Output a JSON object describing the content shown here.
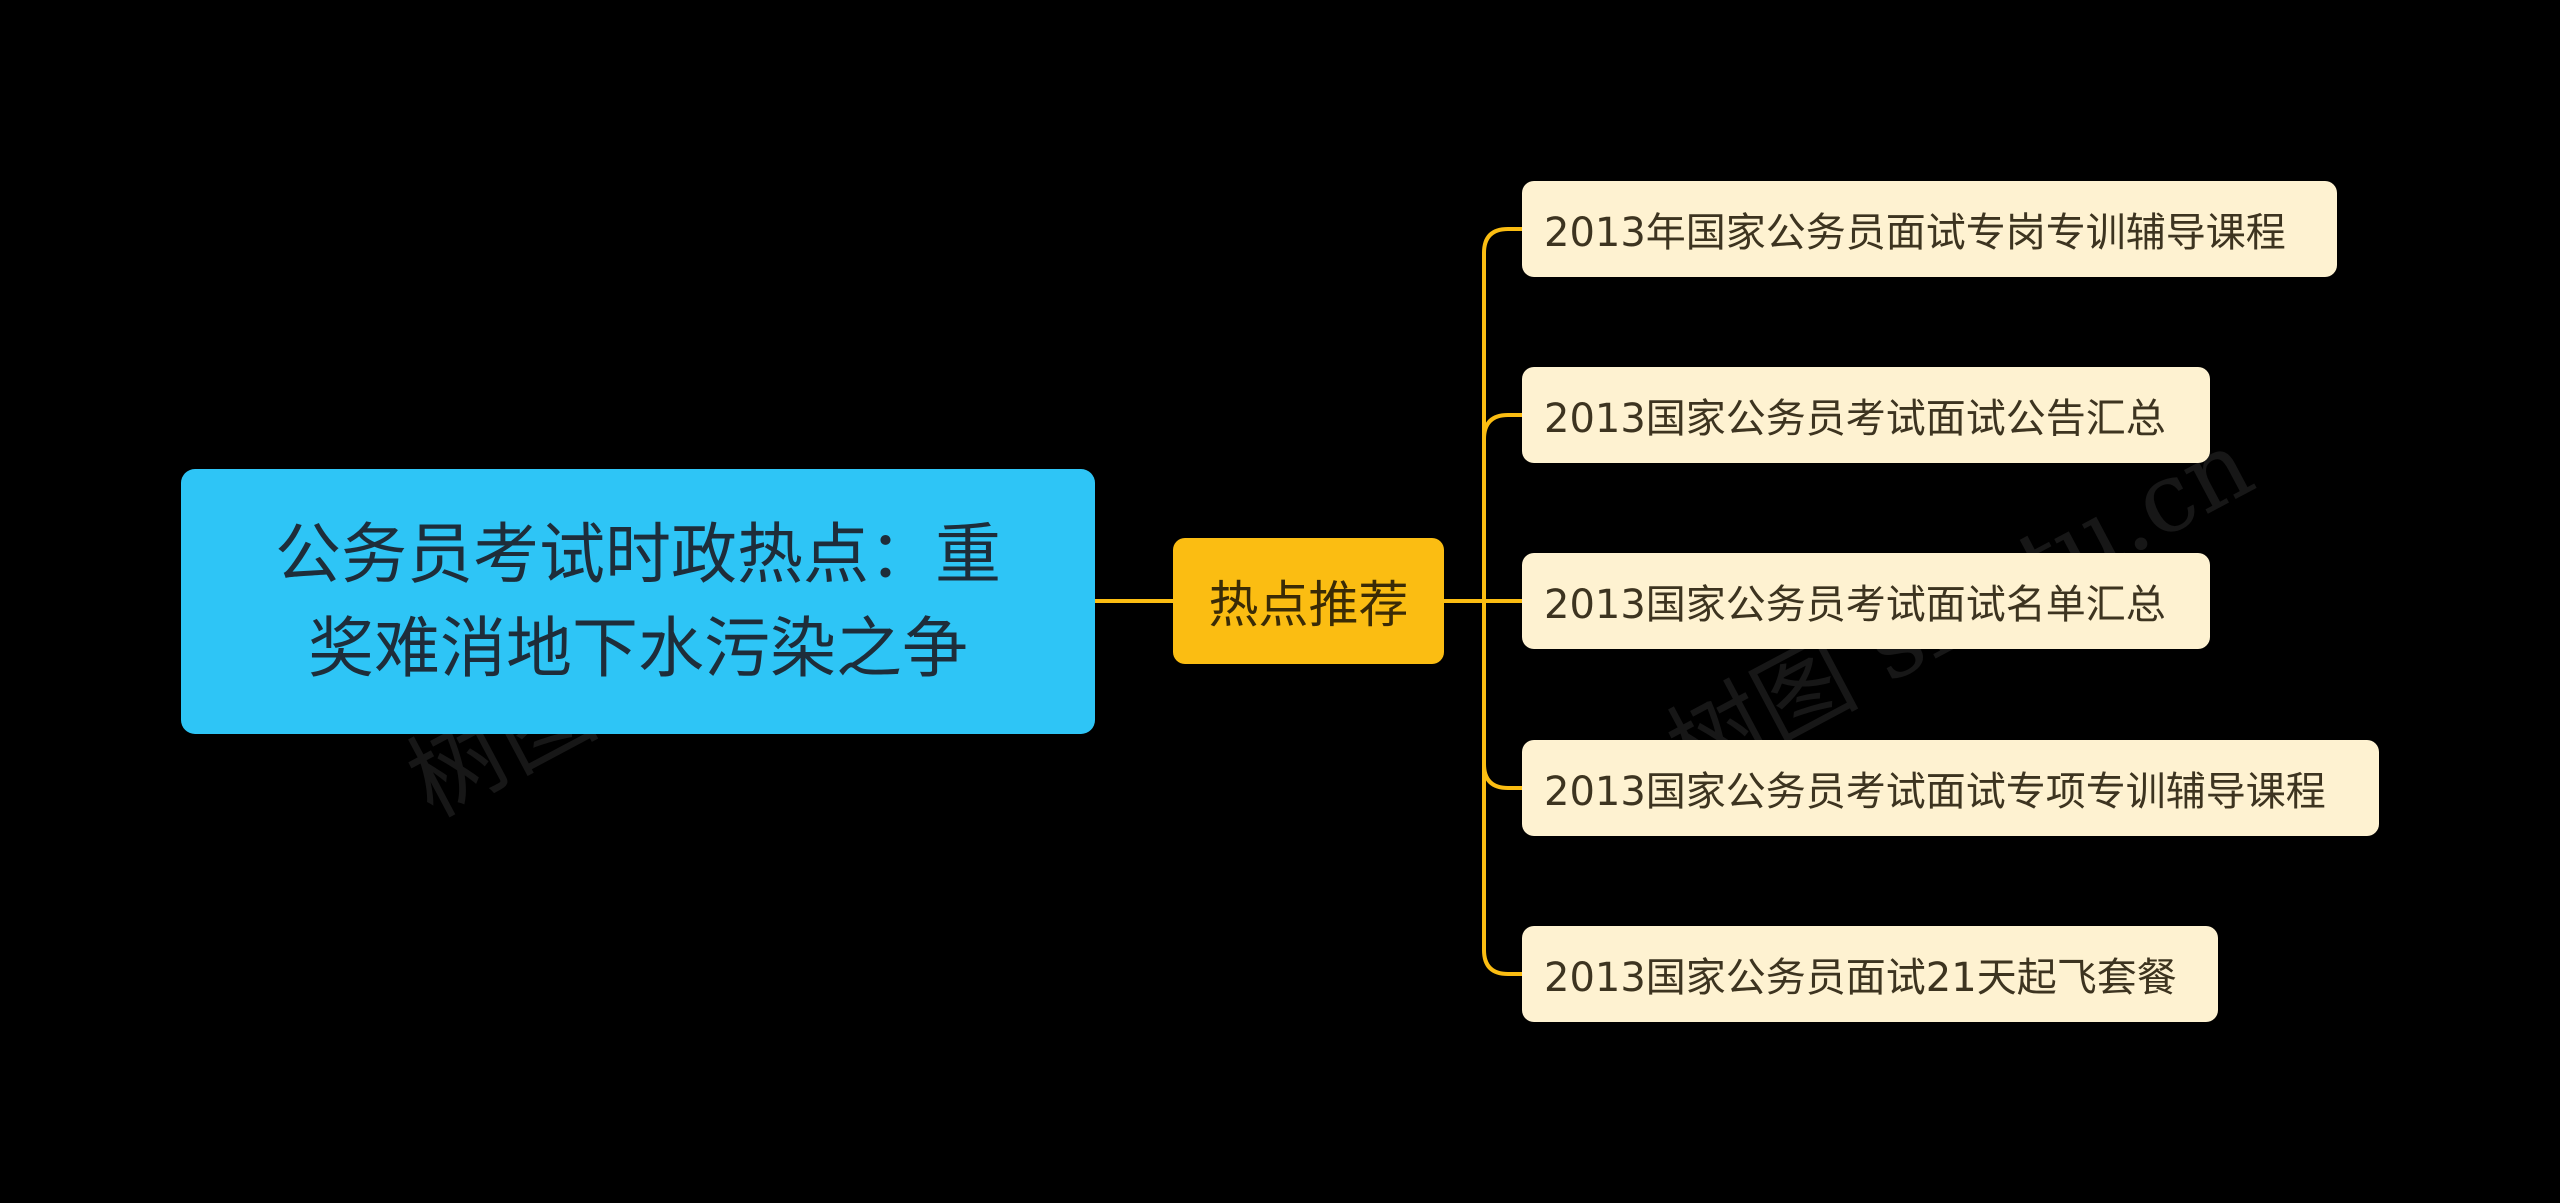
{
  "root": {
    "line1": "公务员考试时政热点：重",
    "line2": "奖难消地下水污染之争"
  },
  "branch": {
    "label": "热点推荐"
  },
  "leaves": [
    "2013年国家公务员面试专岗专训辅导课程",
    "2013国家公务员考试面试公告汇总",
    "2013国家公务员考试面试名单汇总",
    "2013国家公务员考试面试专项专训辅导课程",
    "2013国家公务员面试21天起飞套餐"
  ],
  "watermark": "树图 shutu.cn",
  "colors": {
    "background": "#000000",
    "root": "#2ec5f6",
    "branch": "#fbbd12",
    "leaf": "#fef2d1",
    "connector": "#fbbd12"
  }
}
